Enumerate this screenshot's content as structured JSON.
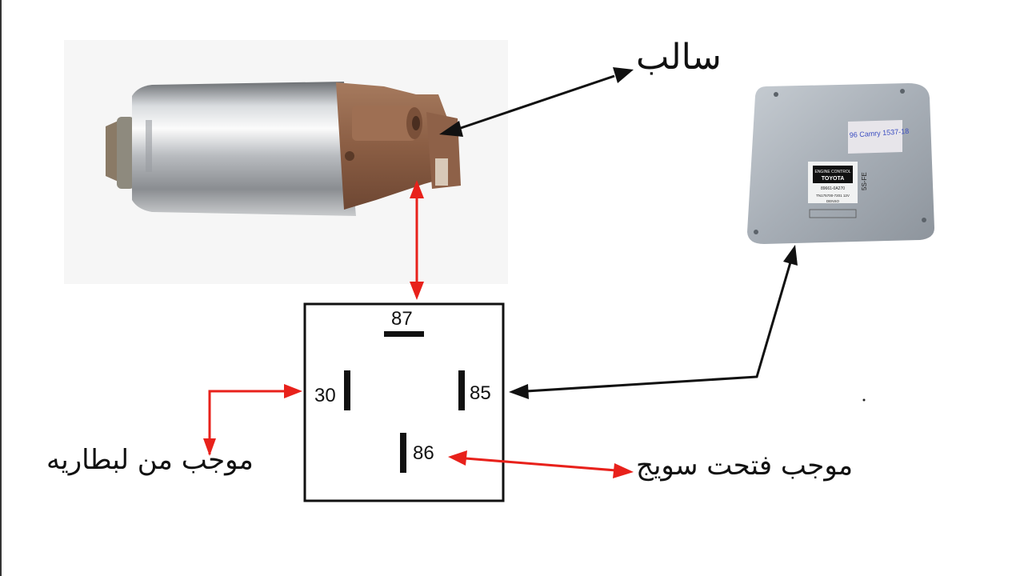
{
  "labels": {
    "negative": "سالب",
    "battery_positive": "موجب من لبطاريه",
    "ignition_positive": "موجب فتحت سويج"
  },
  "relay": {
    "pins": [
      "87",
      "30",
      "85",
      "86"
    ]
  },
  "ecu": {
    "brand": "TOYOTA",
    "title": "ENGINE CONTROL",
    "part_number": "89661-0A270",
    "engine": "5S-FE",
    "serial": "TN175700-7201 12V",
    "maker": "DENSO",
    "handwritten": "96 Camry 1537-18"
  },
  "colors": {
    "red_wire": "#e8211b",
    "black_wire": "#111111"
  }
}
